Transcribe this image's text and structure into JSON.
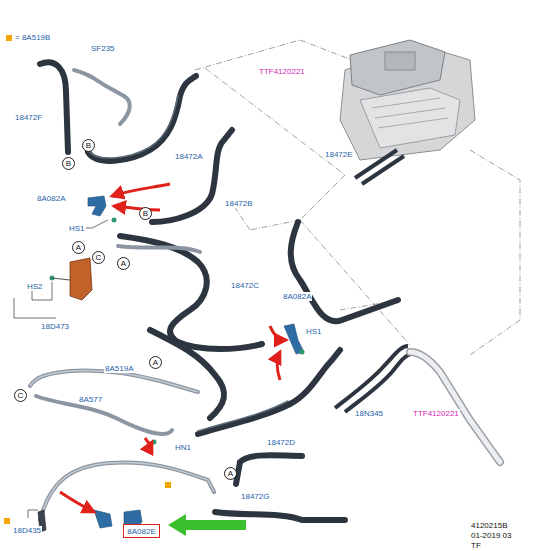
{
  "diagram": {
    "nodes": [
      {
        "text": [
          "B"
        ]
      },
      {
        "text": [
          "B"
        ]
      },
      {
        "text": [
          "B"
        ]
      },
      {
        "text": [
          "A"
        ]
      },
      {
        "text": [
          "C"
        ]
      },
      {
        "text": [
          "A"
        ]
      },
      {
        "text": [
          "A"
        ]
      },
      {
        "text": [
          "C"
        ]
      },
      {
        "text": [
          "A"
        ]
      },
      {
        "text": [
          "8A082E"
        ]
      }
    ],
    "labels": [
      "SF235",
      "18472F",
      "18472A",
      "8A082A",
      "18472B",
      "HS1",
      "HS2",
      "18D473",
      "TTF4120221",
      "18472E",
      "18472C",
      "8A082A",
      "HS1",
      "8A519A",
      "8A577",
      "HN1",
      "18472D",
      "18N345",
      "TTF4120221",
      "18472G",
      "18D435",
      "4120215B",
      "01-2019 03",
      "TF"
    ],
    "legend": [
      {
        "text": "= 8A519B",
        "color": "#f5a400"
      }
    ]
  }
}
